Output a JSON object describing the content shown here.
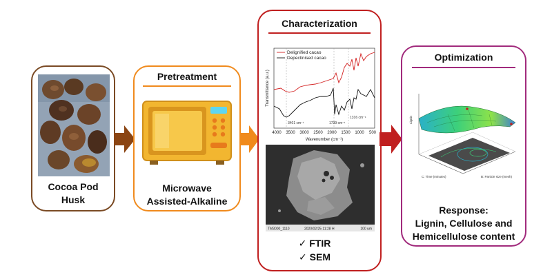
{
  "stages": {
    "husk": {
      "caption_line1": "Cocoa Pod",
      "caption_line2": "Husk",
      "border": "#7a4a24"
    },
    "pretreatment": {
      "title": "Pretreatment",
      "caption_line1": "Microwave",
      "caption_line2": "Assisted-Alkaline",
      "border": "#f08a1c"
    },
    "characterization": {
      "title": "Characterization",
      "checks": [
        "FTIR",
        "SEM"
      ],
      "check_mark": "✓",
      "border": "#c01f1f"
    },
    "optimization": {
      "title": "Optimization",
      "caption_line1": "Response:",
      "caption_line2": "Lignin, Cellulose and",
      "caption_line3": "Hemicellulose content",
      "border": "#a12a7c"
    }
  },
  "arrows": {
    "arrow1_color": "#8b4513",
    "arrow2_color": "#f08a1c",
    "arrow3_color": "#c01f1f"
  },
  "ftir": {
    "xlabel": "Wavenumber (cm⁻¹)",
    "ylabel": "Transmittance (a.u.)",
    "legend": [
      "Delignified cacao",
      "Depectinised cacao"
    ],
    "ticks": [
      "4000",
      "3500",
      "3000",
      "2500",
      "2000",
      "1500",
      "1000",
      "500"
    ],
    "peak_labels": [
      "3401 cm⁻¹",
      "1739 cm⁻¹",
      "1316 cm⁻¹"
    ]
  },
  "sem": {
    "footer_left": "TM3000_1110",
    "footer_mid": "2020/02/25   11:28  H",
    "footer_right": "100 um"
  },
  "surface": {
    "z_label": "Lignin",
    "y_label": "C: Time (minutes)",
    "x_label": "B: Particle size (mesh)"
  }
}
